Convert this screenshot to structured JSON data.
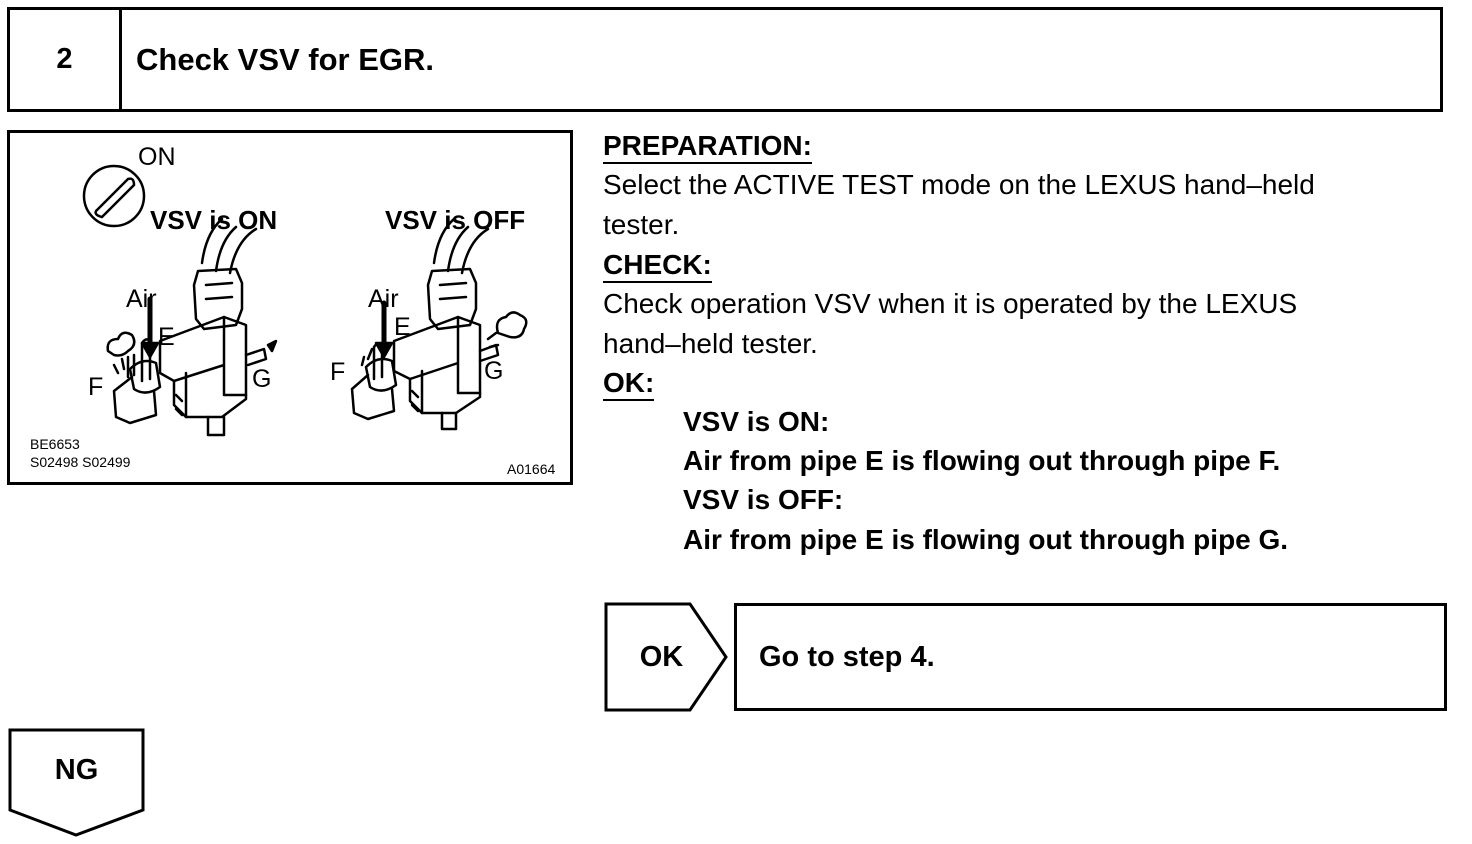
{
  "step": {
    "number": "2",
    "title": "Check VSV for EGR."
  },
  "figure": {
    "ignition_label": "ON",
    "vsv_on_label": "VSV is ON",
    "vsv_off_label": "VSV is OFF",
    "air_label": "Air",
    "port_e": "E",
    "port_f": "F",
    "port_g": "G",
    "code_left_1": "BE6653",
    "code_left_2": "S02498 S02499",
    "code_right": "A01664"
  },
  "instructions": {
    "preparation_heading": "PREPARATION:",
    "preparation_line1": "Select the ACTIVE TEST mode on the LEXUS hand–held",
    "preparation_line2": "tester.",
    "check_heading": "CHECK:",
    "check_line1": "Check operation VSV when it is operated by the LEXUS",
    "check_line2": "hand–held tester.",
    "ok_heading": "OK:",
    "ok_line1": "VSV is ON:",
    "ok_line2": "Air from pipe E is flowing out through pipe F.",
    "ok_line3": "VSV is OFF:",
    "ok_line4": "Air from pipe E is flowing out through pipe G."
  },
  "result_ok": {
    "label": "OK",
    "action": "Go to step 4."
  },
  "result_ng": {
    "label": "NG"
  }
}
